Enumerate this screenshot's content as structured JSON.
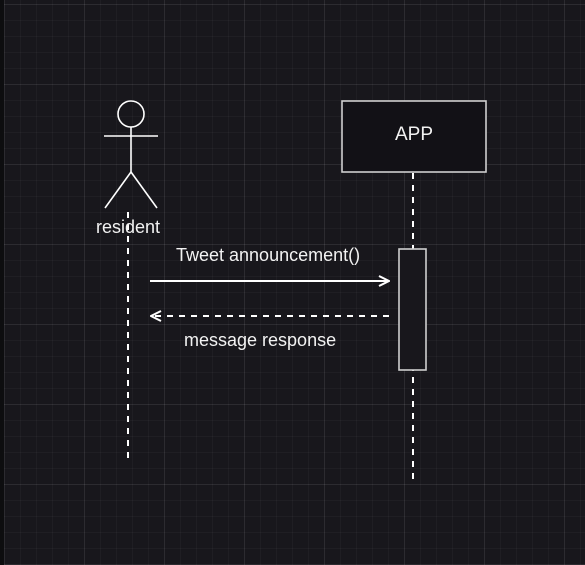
{
  "diagram": {
    "type": "sequence",
    "actor": {
      "label": "resident"
    },
    "participant": {
      "label": "APP"
    },
    "messages": [
      {
        "label": "Tweet announcement()",
        "direction": "actor-to-participant",
        "style": "solid"
      },
      {
        "label": "message response",
        "direction": "participant-to-actor",
        "style": "dashed"
      }
    ]
  },
  "colors": {
    "background": "#18171c",
    "stroke": "#ffffff",
    "box_fill": "#121116",
    "text": "#f2f2f2"
  }
}
